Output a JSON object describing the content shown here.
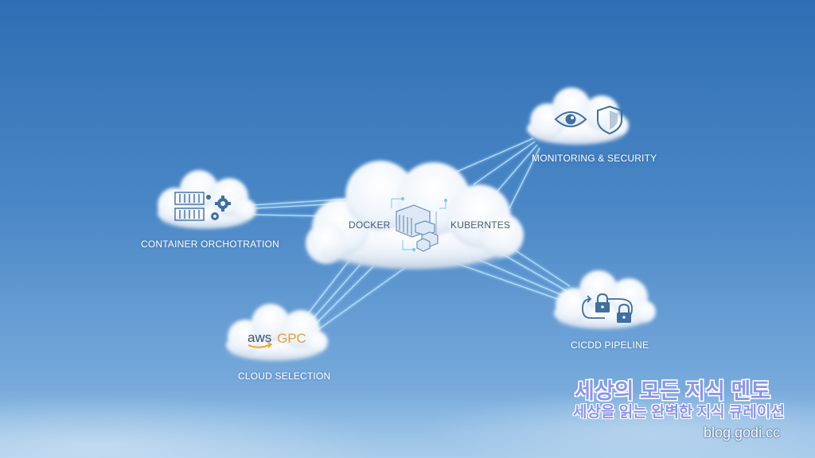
{
  "nodes": {
    "center": {
      "left_label": "DOCKER",
      "right_label": "KUBERNTES"
    },
    "container_orchestration": {
      "label": "CONTAINER ORCHOTRATION"
    },
    "monitoring_security": {
      "label": "MONITORING & SECURITY"
    },
    "cicd_pipeline": {
      "label": "CICDD PIPELINE"
    },
    "cloud_selection": {
      "label": "CLOUD SELECTION",
      "aws_text": "aws",
      "gpc_text": "GPC"
    }
  },
  "watermark": {
    "title": "세상의 모든 지식 멘토",
    "subtitle": "세상을 읽는 완벽한 지식 큐레이션",
    "url": "blog.godi.cc"
  },
  "colors": {
    "sky_top": "#2f6eb4",
    "sky_bottom": "#a9cdeb",
    "icon_blue": "#3f6f9f",
    "aws_orange": "#f0a22a",
    "gpc_orange": "#e8a030",
    "connector": "#bfe8ff",
    "watermark_purple": "#8a94ee"
  },
  "icons": [
    "container-icon",
    "gear-icon",
    "eye-icon",
    "shield-icon",
    "lock-icon",
    "cycle-arrows-icon",
    "aws-logo",
    "server-rack-icon"
  ]
}
